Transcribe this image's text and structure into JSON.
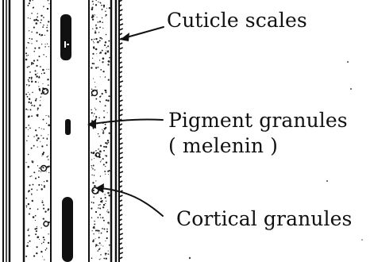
{
  "figure": {
    "labels": {
      "cuticle": "Cuticle scales",
      "pigment": "Pigment granules",
      "pigment_note": "( melenin )",
      "cortical": "Cortical granules"
    },
    "colors": {
      "ink": "#111111",
      "paper": "#ffffff"
    }
  }
}
